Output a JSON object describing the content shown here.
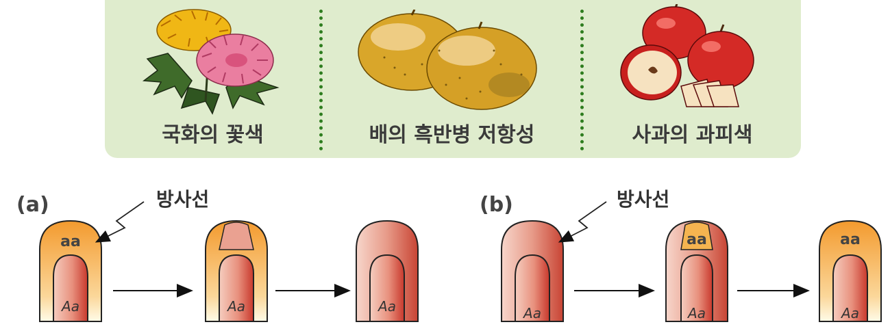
{
  "top_panel": {
    "items": [
      {
        "label": "국화의 꽃색",
        "icon": "chrysanthemum-icon"
      },
      {
        "label": "배의 흑반병 저항성",
        "icon": "pear-icon"
      },
      {
        "label": "사과의 과피색",
        "icon": "apple-icon"
      }
    ]
  },
  "diagram_a": {
    "part_label": "(a)",
    "radiation_label": "방사선",
    "mutant_genotype": "aa",
    "inner_genotype": "Aa"
  },
  "diagram_b": {
    "part_label": "(b)",
    "radiation_label": "방사선",
    "mutant_genotype": "aa",
    "inner_genotype": "Aa"
  },
  "colors": {
    "panel_bg": "#dfeccd",
    "divider": "#2e7d1f",
    "layer_orange": "#f4a742",
    "tissue_red": "#c8463a",
    "tissue_pink": "#f1c3b6"
  }
}
